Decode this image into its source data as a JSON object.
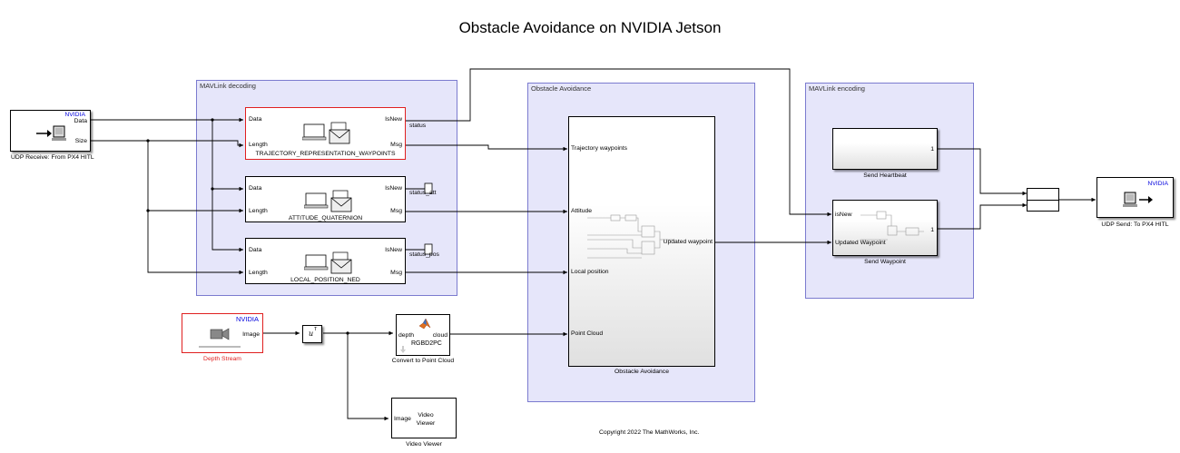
{
  "title": "Obstacle Avoidance on NVIDIA Jetson",
  "copyright": "Copyright 2022 The MathWorks, Inc.",
  "subsystems": {
    "decoding": "MAVLink decoding",
    "avoidance": "Obstacle Avoidance",
    "encoding": "MAVLink encoding"
  },
  "udp_receive": {
    "brand": "NVIDIA",
    "out_data": "Data",
    "out_size": "Size",
    "caption": "UDP Receive: From PX4 HITL"
  },
  "udp_send": {
    "brand": "NVIDIA",
    "caption": "UDP Send: To PX4 HITL"
  },
  "decoders": [
    {
      "in_data": "Data",
      "in_length": "Length",
      "out_isnew": "IsNew",
      "out_msg": "Msg",
      "name": "TRAJECTORY_REPRESENTATION_WAYPOINTS",
      "signal": "status"
    },
    {
      "in_data": "Data",
      "in_length": "Length",
      "out_isnew": "IsNew",
      "out_msg": "Msg",
      "name": "ATTITUDE_QUATERNION",
      "signal": "status_att"
    },
    {
      "in_data": "Data",
      "in_length": "Length",
      "out_isnew": "IsNew",
      "out_msg": "Msg",
      "name": "LOCAL_POSITION_NED",
      "signal": "status_pos"
    }
  ],
  "obstacle_block": {
    "in_traj": "Trajectory waypoints",
    "in_att": "Attitude",
    "in_pos": "Local position",
    "in_pc": "Point Cloud",
    "out": "Updated waypoint",
    "caption": "Obstacle Avoidance"
  },
  "heartbeat": {
    "out": "1",
    "caption": "Send Heartbeat"
  },
  "send_waypoint": {
    "in_isnew": "isNew",
    "in_wp": "Updated Waypoint",
    "out": "1",
    "caption": "Send Waypoint"
  },
  "depth_stream": {
    "brand": "NVIDIA",
    "out": "Image",
    "caption": "Depth Stream"
  },
  "transpose": {
    "symbol": "u",
    "sup": "T"
  },
  "rgbd": {
    "in": "depth",
    "out": "cloud",
    "name": "RGBD2PC",
    "caption": "Convert to Point Cloud"
  },
  "video_viewer": {
    "in": "Image",
    "name": "Video Viewer",
    "caption": "Video Viewer"
  },
  "colors": {
    "subsystem_fill": "#e6e6fa",
    "subsystem_border": "#7b7bcf",
    "highlight": "#e02020",
    "nvidia": "#0000dd"
  }
}
